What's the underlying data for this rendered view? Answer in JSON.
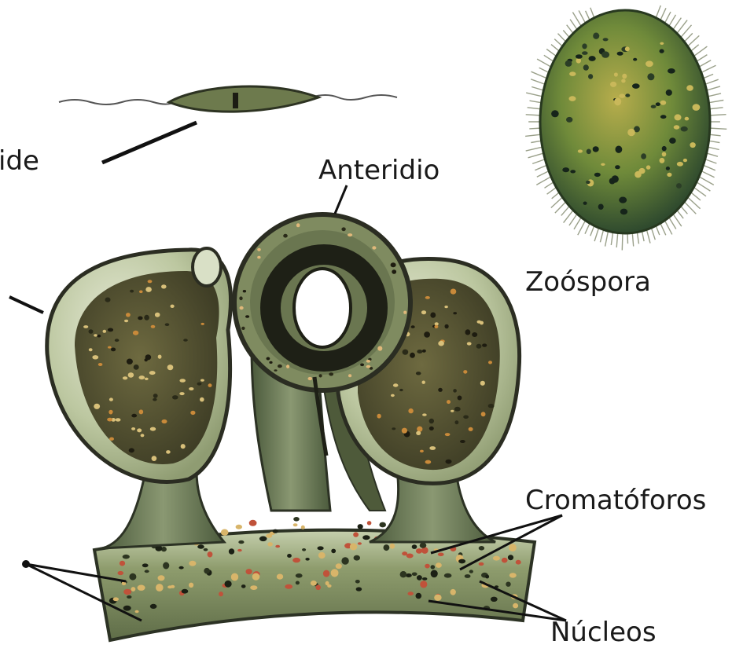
{
  "labels": {
    "anteridio": "Anteridio",
    "zoospora": "Zoóspora",
    "cromatoforos": "Cromatóforos",
    "nucleos": "Núcleos",
    "cut_left": "ide"
  },
  "colors": {
    "background": "#ffffff",
    "cell_fill": "#7d8a5c",
    "cell_dark": "#4e4a2c",
    "wall": "#2b2d22",
    "vesicle": "#c9d3b0",
    "spore_green": "#6f8a3a",
    "spore_yellow": "#b8aa45"
  }
}
